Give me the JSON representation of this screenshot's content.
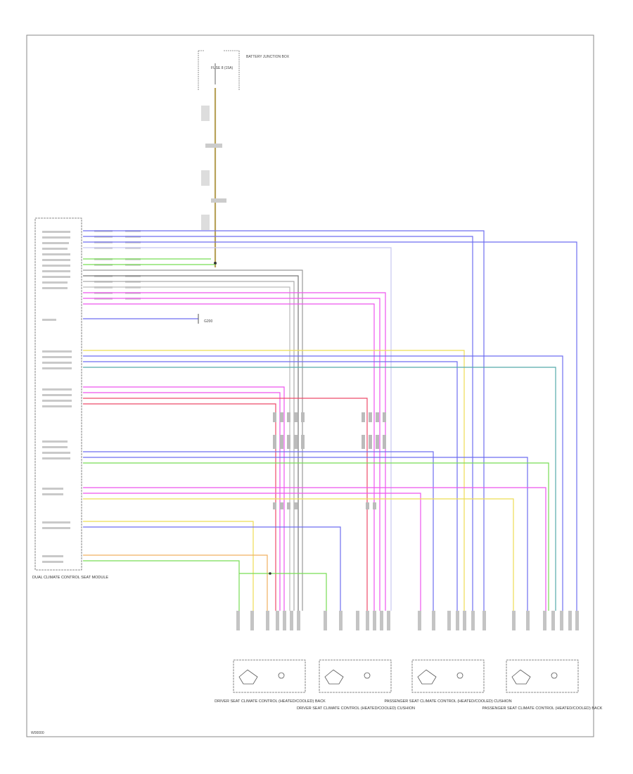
{
  "diagram": {
    "page_code": "W00000",
    "module_title": "DUAL CLIMATE CONTROL SEAT MODULE",
    "fuse": {
      "label": "FUSE 8 (15A)",
      "box_title": "BATTERY JUNCTION BOX"
    },
    "ground_label": "G200",
    "seats": [
      {
        "title": "DRIVER SEAT CLIMATE CONTROL (HEATED/COOLED) BACK"
      },
      {
        "title": "DRIVER SEAT CLIMATE CONTROL (HEATED/COOLED) CUSHION"
      },
      {
        "title": "PASSENGER SEAT CLIMATE CONTROL (HEATED/COOLED) CUSHION"
      },
      {
        "title": "PASSENGER SEAT CLIMATE CONTROL (HEATED/COOLED) BACK"
      }
    ],
    "colors": {
      "power": "#b8a25a",
      "blue": "#6e6ef0",
      "magenta": "#ee55ee",
      "red": "#ee4a6a",
      "green": "#77dd55",
      "yellow": "#eedd55",
      "orange": "#f0b060",
      "teal": "#55aaaa",
      "lavender": "#c8c8f0",
      "grey": "#999999",
      "border": "#888888"
    }
  }
}
